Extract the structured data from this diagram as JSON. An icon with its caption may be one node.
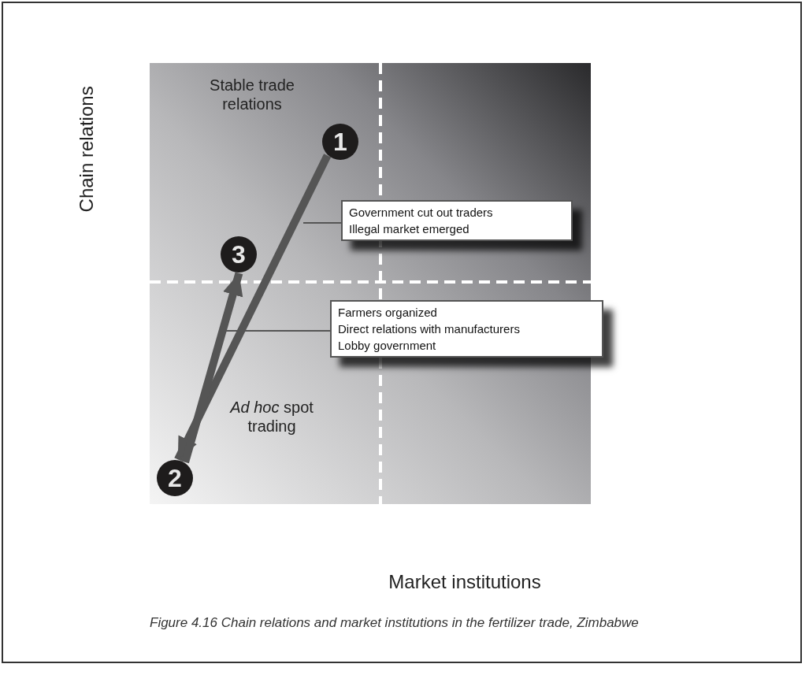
{
  "diagram": {
    "caption": "Figure 4.16 Chain relations and market institutions in the fertilizer trade, Zimbabwe",
    "nodes": [
      {
        "text": [
          "1"
        ]
      },
      {
        "text": [
          "Government cut out traders",
          "Illegal market emerged"
        ]
      },
      {
        "text": [
          "3"
        ]
      },
      {
        "text": [
          "Farmers organized",
          "Direct relations with manufacturers",
          "Lobby government"
        ]
      },
      {
        "text": [
          "2"
        ]
      }
    ],
    "edges": [
      {
        "from": 0,
        "to": 4,
        "arrow": "to",
        "style": "thick"
      },
      {
        "from": 4,
        "to": 2,
        "arrow": "to",
        "style": "thick"
      },
      {
        "from": 1,
        "to": null,
        "arrow": "none"
      },
      {
        "from": 3,
        "to": null,
        "arrow": "none"
      }
    ],
    "labels": [
      "Chain relations",
      "Stable trade relations",
      "*Ad hoc* spot trading",
      "Market institutions"
    ]
  }
}
